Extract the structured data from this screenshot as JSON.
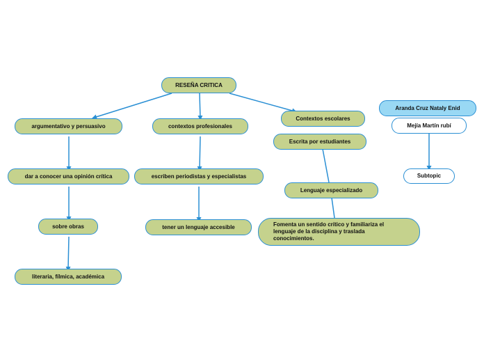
{
  "map": {
    "root": "RESEÑA CRITICA",
    "branch_argumentativo": "argumentativo y persuasivo",
    "branch_contextos_prof": "contextos profesionales",
    "branch_contextos_esc": "Contextos escolares",
    "dar_conocer": "dar a conocer una opinión crítica",
    "sobre_obras": "sobre obras",
    "literaria": "literaria, fílmica, académica",
    "escriben": "escriben periodistas y especialistas",
    "tener_lenguaje": "tener un lenguaje accesible",
    "escrita": "Escrita por estudiantes",
    "lenguaje_esp": "Lenguaje especializado",
    "fomenta": "Fomenta un sentido crítico y familiariza el lenguaje de la disciplina y traslada conocimientos."
  },
  "side": {
    "author_1": "Aranda Cruz Nataly Enid",
    "author_2": "Mejía Martín rubí",
    "subtopic": "Subtopic"
  },
  "colors": {
    "topic_fill": "#c5d28d",
    "author_fill": "#99d8f4",
    "border": "#2a8fd4",
    "connector": "#2a8fd4"
  }
}
